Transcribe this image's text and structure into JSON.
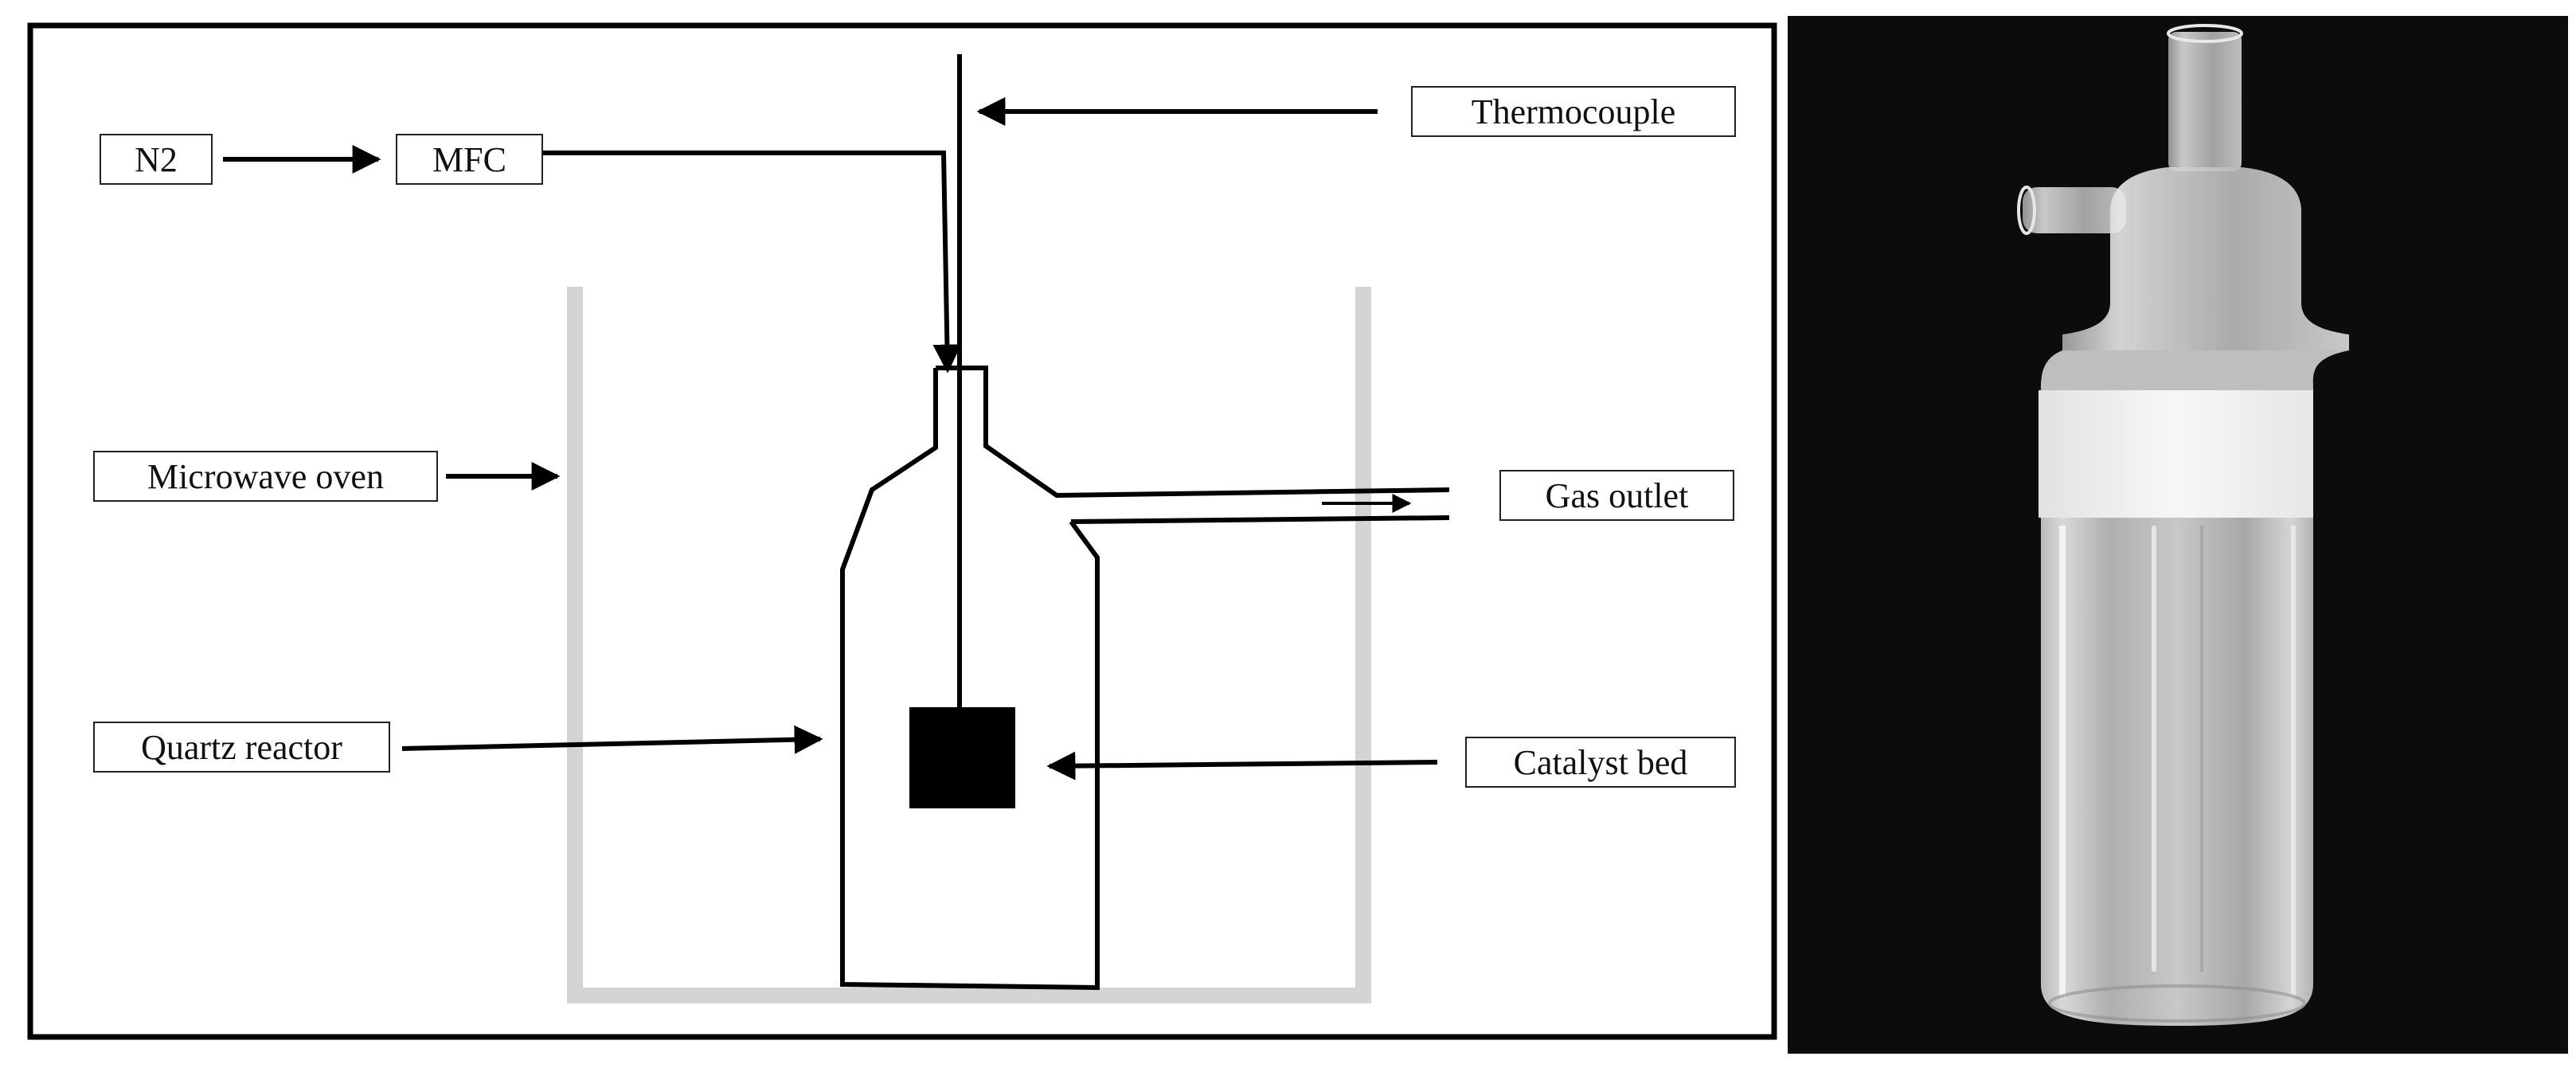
{
  "diagram": {
    "labels": {
      "n2": "N2",
      "mfc": "MFC",
      "thermocouple": "Thermocouple",
      "microwave_oven": "Microwave  oven",
      "gas_outlet": "Gas outlet",
      "quartz_reactor": "Quartz reactor",
      "catalyst_bed": "Catalyst  bed"
    }
  },
  "photo": {
    "subject": "glass-quartz-reactor-vessel",
    "background_color": "#0c0c0c",
    "band_color": "#f3f3f3"
  },
  "colors": {
    "line": "#000000",
    "oven_wall": "#d4d4d4",
    "catalyst": "#000000"
  }
}
